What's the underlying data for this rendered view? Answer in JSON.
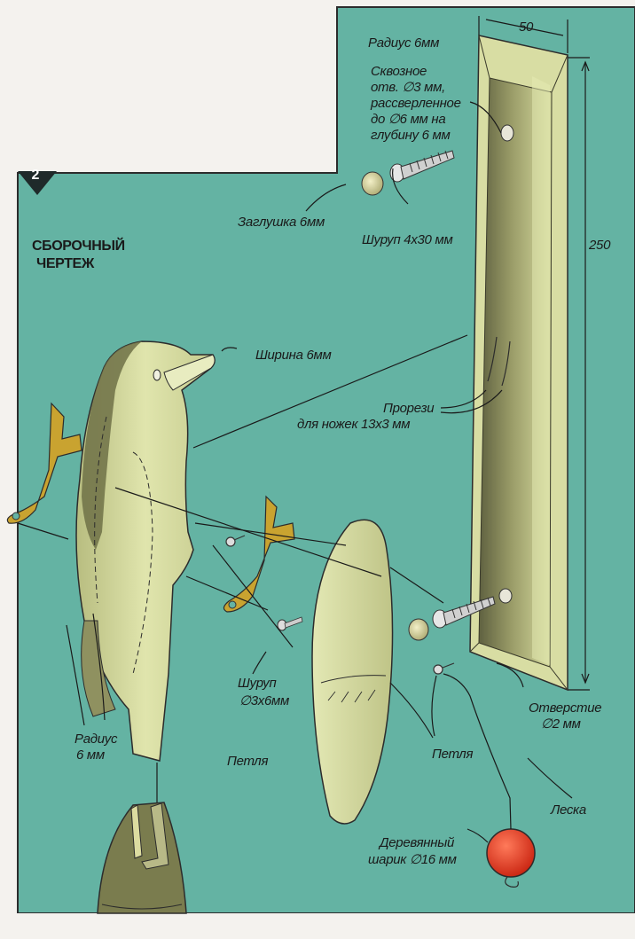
{
  "figure": {
    "number": "2",
    "title_line1": "СБОРОЧНЫЙ",
    "title_line2": "ЧЕРТЕЖ"
  },
  "dimensions": {
    "width": "50",
    "height": "250"
  },
  "labels": {
    "radius_top": "Радиус 6мм",
    "through_hole_1": "Сквозное",
    "through_hole_2": "отв. ∅3 мм,",
    "through_hole_3": "рассверленное",
    "through_hole_4": "до ∅6 мм на",
    "through_hole_5": "глубину 6 мм",
    "plug": "Заглушка 6мм",
    "screw_large": "Шуруп 4х30 мм",
    "width_6": "Ширина 6мм",
    "slots_1": "Прорези",
    "slots_2": "для ножек 13х3 мм",
    "screw_small_1": "Шуруп",
    "screw_small_2": "∅3х6мм",
    "radius_bottom_1": "Радиус",
    "radius_bottom_2": "6 мм",
    "loop_left": "Петля",
    "loop_right": "Петля",
    "hole_1": "Отверстие",
    "hole_2": "∅2 мм",
    "fishing_line": "Леска",
    "ball_1": "Деревянный",
    "ball_2": "шарик ∅16 мм"
  },
  "colors": {
    "background_panel": "#64b3a3",
    "page": "#f4f2ee",
    "wood_light": "#dbe0a6",
    "wood_mid": "#c3c88a",
    "wood_dark": "#707245",
    "foot_yellow": "#c9a330",
    "ball_red": "#e2331f"
  }
}
